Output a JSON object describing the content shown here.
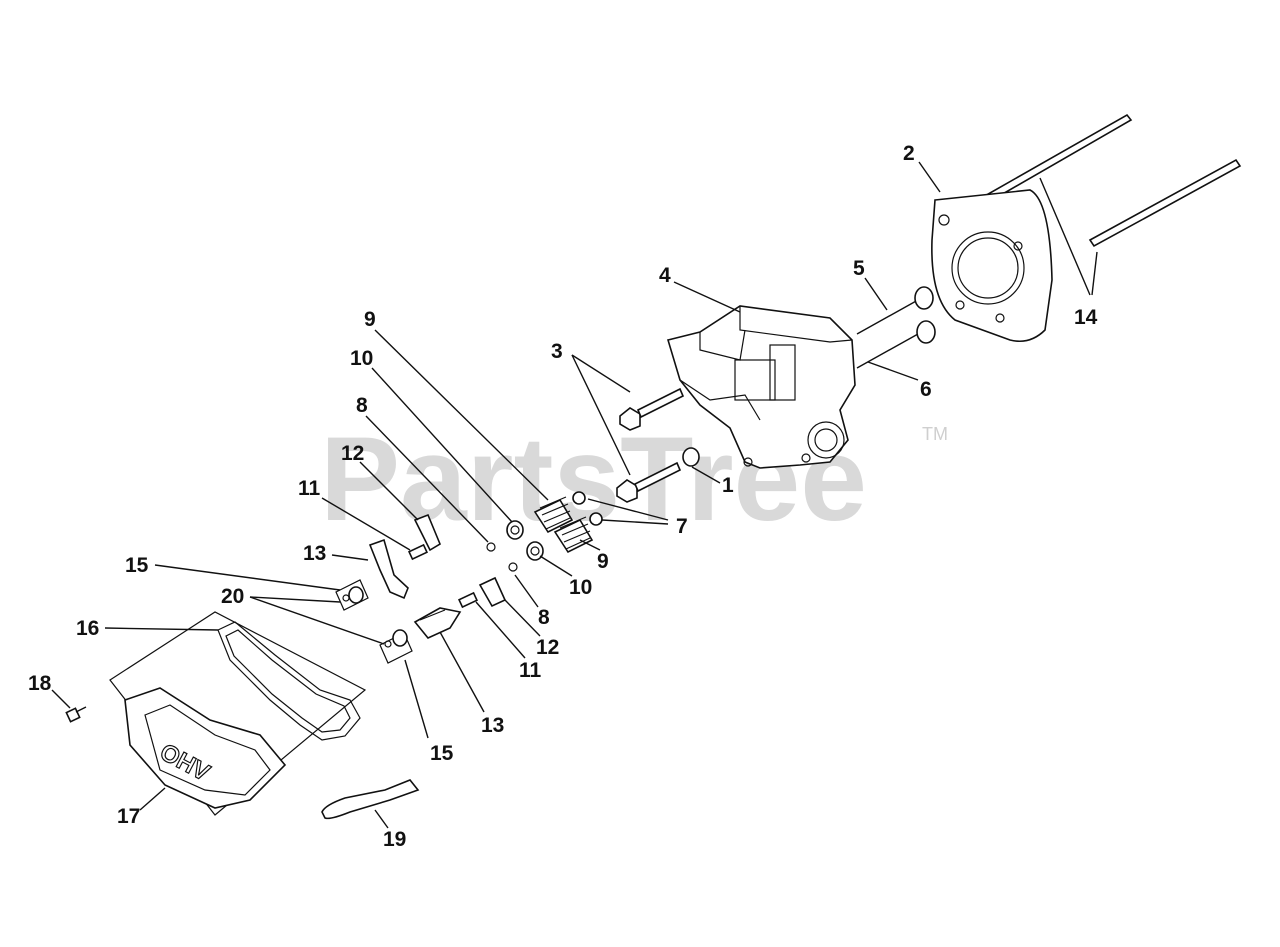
{
  "watermark": {
    "text": "PartsTree",
    "trademark": "TM"
  },
  "cover_text": "OHV",
  "callouts": [
    "1",
    "2",
    "3",
    "4",
    "5",
    "6",
    "7",
    "8",
    "9",
    "10",
    "11",
    "12",
    "13",
    "14",
    "15",
    "16",
    "17",
    "18",
    "19",
    "20"
  ]
}
